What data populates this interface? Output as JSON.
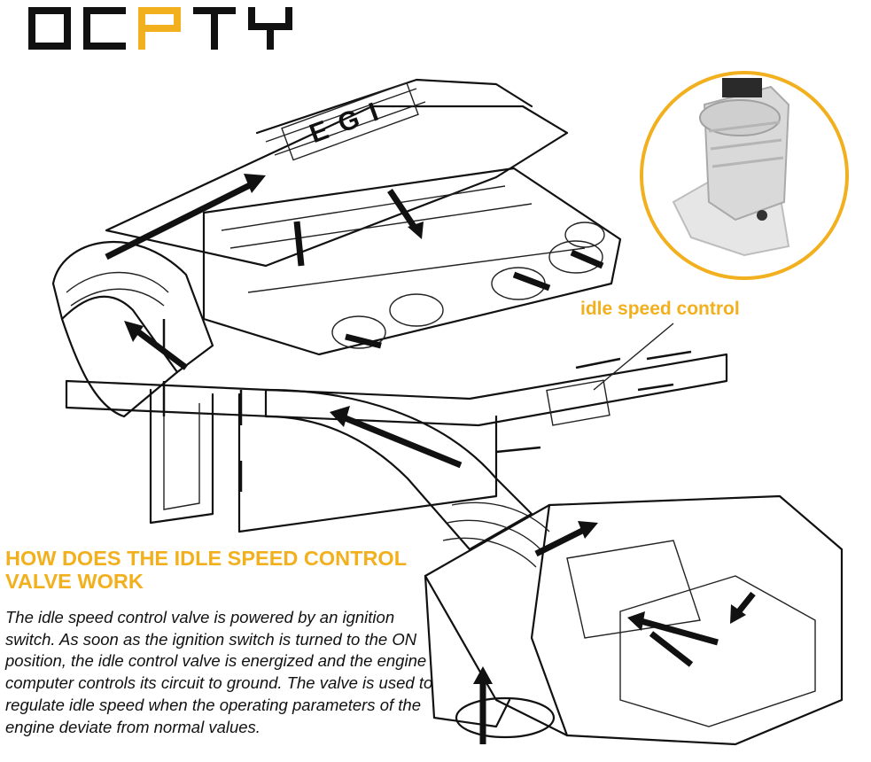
{
  "brand": {
    "logo_text": "OCPTY",
    "colors": {
      "black": "#111111",
      "accent": "#f2b01e"
    }
  },
  "diagram": {
    "engine_cover_label": "EGI",
    "callout_label": "idle speed control",
    "inset_image": "idle-speed-control-valve-photo"
  },
  "article": {
    "heading_line1": "HOW DOES THE IDLE SPEED CONTROL",
    "heading_line2": "VALVE WORK",
    "body": "The idle speed control valve is powered by an ignition switch. As soon as the ignition switch is turned to the ON position, the idle control valve is energized and the engine computer controls its circuit to ground. The valve is used to regulate idle speed when the operating parameters of the engine deviate from normal values."
  }
}
